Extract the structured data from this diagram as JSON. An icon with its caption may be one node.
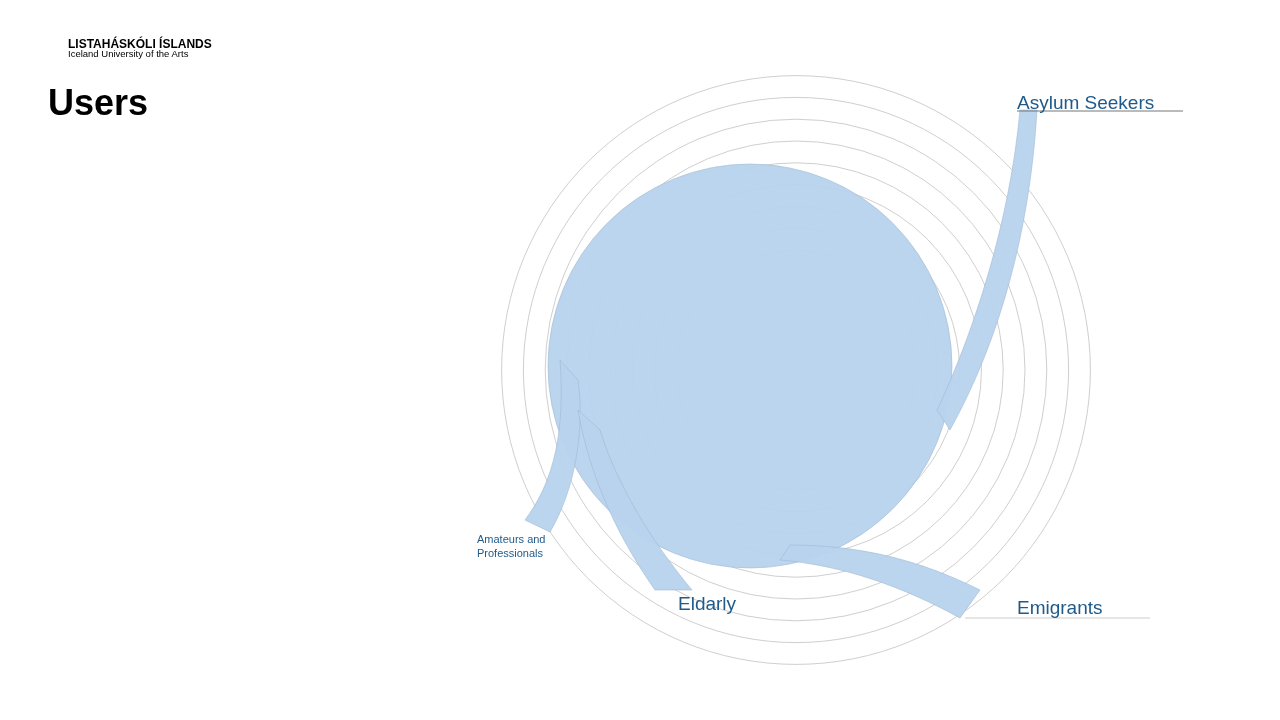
{
  "diagram": {
    "title": "Users",
    "labels": [
      "LISTAHÁSKÓLI ÍSLANDS",
      "Iceland University of the Arts",
      "Asylum Seekers",
      "Amateurs and Professionals",
      "Eldarly",
      "Emigrants"
    ]
  }
}
